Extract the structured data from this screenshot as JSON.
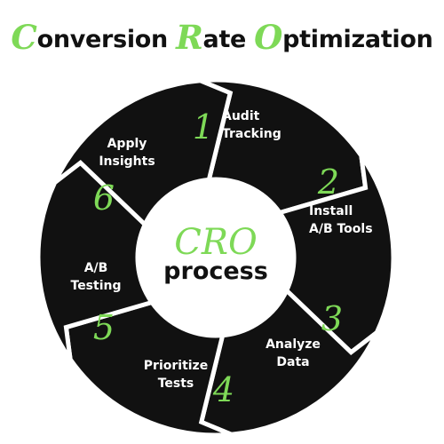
{
  "title": {
    "parts": [
      {
        "text": "C",
        "initial": true
      },
      {
        "text": "onversion ",
        "initial": false
      },
      {
        "text": "R",
        "initial": true
      },
      {
        "text": "ate ",
        "initial": false
      },
      {
        "text": "O",
        "initial": true
      },
      {
        "text": "ptimization",
        "initial": false
      }
    ]
  },
  "center": {
    "line1": "CRO",
    "line2": "process"
  },
  "steps": [
    {
      "number": "1",
      "lines": [
        "Audit",
        "Tracking"
      ]
    },
    {
      "number": "2",
      "lines": [
        "Install",
        "A/B Tools"
      ]
    },
    {
      "number": "3",
      "lines": [
        "Analyze",
        "Data"
      ]
    },
    {
      "number": "4",
      "lines": [
        "Prioritize",
        "Tests"
      ]
    },
    {
      "number": "5",
      "lines": [
        "A/B",
        "Testing"
      ]
    },
    {
      "number": "6",
      "lines": [
        "Apply",
        "Insights"
      ]
    }
  ],
  "colors": {
    "accent": "#7ED957",
    "segment": "#111111",
    "gap": "#ffffff",
    "text": "#111111",
    "label": "#ffffff"
  }
}
